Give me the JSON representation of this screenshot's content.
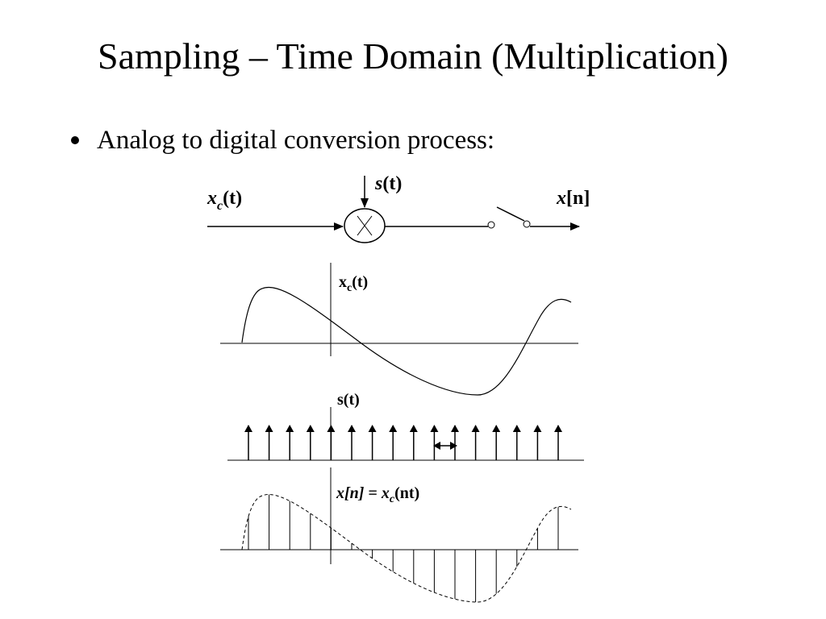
{
  "slide": {
    "title": "Sampling – Time Domain (Multiplication)",
    "bullet": "Analog to digital conversion process:"
  },
  "block_diagram": {
    "input_label": {
      "base": "x",
      "sub": "c",
      "arg": "(t)"
    },
    "sampling_signal_label": {
      "base": "s",
      "arg": "(t)"
    },
    "output_label": {
      "base": "x",
      "arg": "[n]"
    },
    "multiplier_icon": "multiply-circle-icon",
    "switch_icon": "switch-icon"
  },
  "plots": {
    "continuous": {
      "label": {
        "base": "x",
        "sub": "c",
        "arg": "(t)"
      }
    },
    "impulse_train": {
      "label": {
        "base": "s",
        "arg": "(t)"
      },
      "impulse_count": 16,
      "spacing_marker_icon": "double-arrow-icon"
    },
    "sampled": {
      "label": {
        "lhs": "x[n]",
        "eq": " = ",
        "base": "x",
        "sub": "c",
        "arg": "(nt)"
      }
    }
  },
  "colors": {
    "ink": "#000000",
    "background": "#ffffff"
  }
}
